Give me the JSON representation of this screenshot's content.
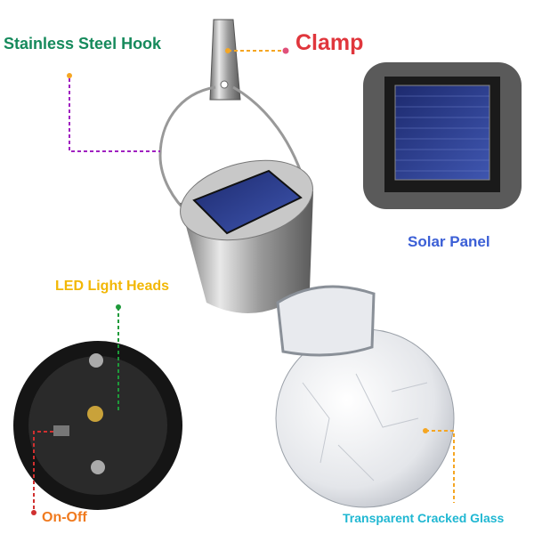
{
  "labels": {
    "hook": "Stainless Steel Hook",
    "clamp": "Clamp",
    "solar_panel": "Solar Panel",
    "led": "LED Light Heads",
    "on_off": "On-Off",
    "glass": "Transparent Cracked Glass"
  },
  "colors": {
    "hook": "#168a5c",
    "clamp": "#e0363c",
    "solar_panel": "#3b5fd6",
    "led": "#f2b705",
    "on_off": "#f07a1e",
    "glass": "#1fb7d2"
  }
}
